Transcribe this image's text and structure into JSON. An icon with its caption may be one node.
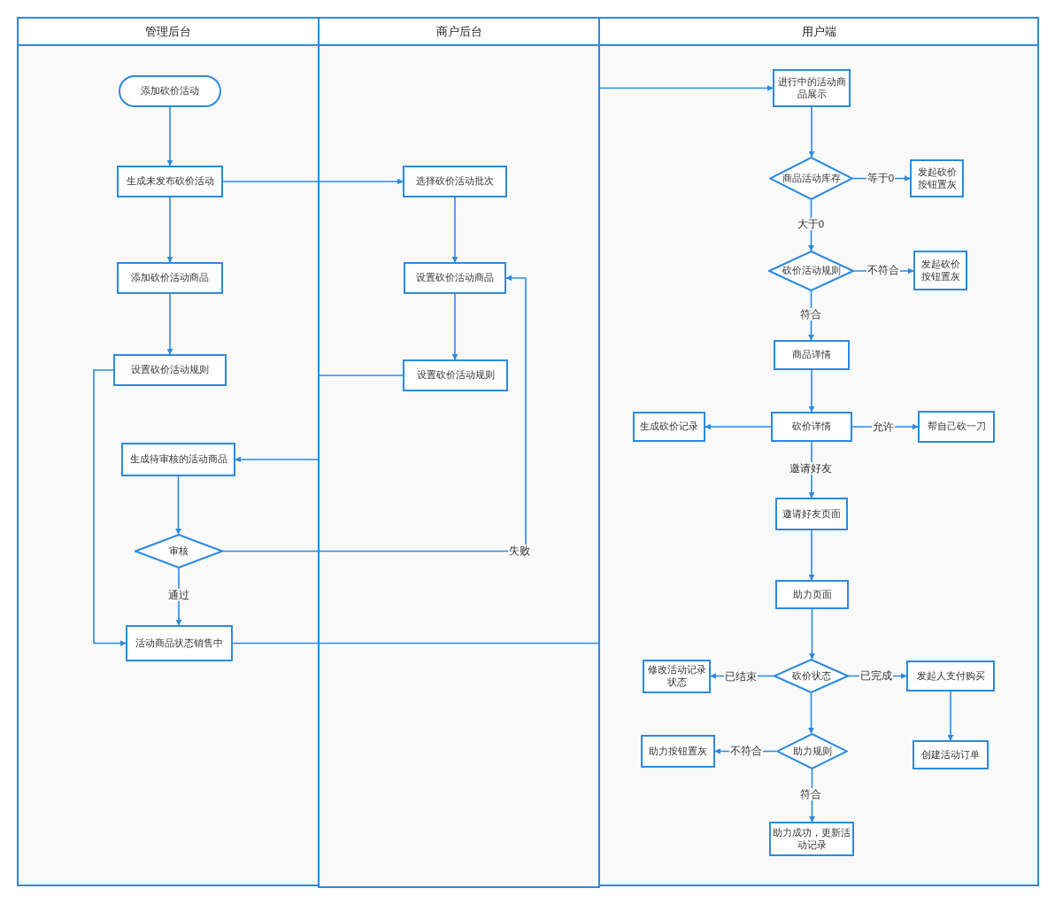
{
  "diagram": {
    "nodes": [
      {
        "text": [
          "管理后台"
        ]
      },
      {
        "text": [
          "商户后台"
        ]
      },
      {
        "text": [
          "用户端"
        ]
      },
      {
        "text": [
          "添加砍价活动"
        ],
        "in": 0
      },
      {
        "text": [
          "生成未发布砍价活动"
        ],
        "in": 0
      },
      {
        "text": [
          "添加砍价活动商品"
        ],
        "in": 0
      },
      {
        "text": [
          "设置砍价活动规则"
        ],
        "in": 0
      },
      {
        "text": [
          "生成待审核的活动商品"
        ],
        "in": 0
      },
      {
        "text": [
          "审核"
        ],
        "in": 0
      },
      {
        "text": [
          "活动商品状态销售中"
        ],
        "in": 0
      },
      {
        "text": [
          "选择砍价活动批次"
        ],
        "in": 1
      },
      {
        "text": [
          "设置砍价活动商品"
        ],
        "in": 1
      },
      {
        "text": [
          "设置砍价活动规则"
        ],
        "in": 1
      },
      {
        "text": [
          "进行中的活动商品展示"
        ],
        "in": 2
      },
      {
        "text": [
          "商品活动库存"
        ],
        "in": 2
      },
      {
        "text": [
          "发起砍价按钮置灰"
        ],
        "in": 2
      },
      {
        "text": [
          "砍价活动规则"
        ],
        "in": 2
      },
      {
        "text": [
          "发起砍价按钮置灰"
        ],
        "in": 2
      },
      {
        "text": [
          "商品详情"
        ],
        "in": 2
      },
      {
        "text": [
          "砍价详情"
        ],
        "in": 2
      },
      {
        "text": [
          "生成砍价记录"
        ],
        "in": 2
      },
      {
        "text": [
          "帮自己砍一刀"
        ],
        "in": 2
      },
      {
        "text": [
          "邀请好友页面"
        ],
        "in": 2
      },
      {
        "text": [
          "助力页面"
        ],
        "in": 2
      },
      {
        "text": [
          "砍价状态"
        ],
        "in": 2
      },
      {
        "text": [
          "修改活动记录状态"
        ],
        "in": 2
      },
      {
        "text": [
          "发起人支付购买"
        ],
        "in": 2
      },
      {
        "text": [
          "助力规则"
        ],
        "in": 2
      },
      {
        "text": [
          "助力按钮置灰"
        ],
        "in": 2
      },
      {
        "text": [
          "创建活动订单"
        ],
        "in": 2
      },
      {
        "text": [
          "助力成功，更新活动记录"
        ],
        "in": 2
      }
    ],
    "edges": [
      {
        "from": 3,
        "to": 4,
        "arrow": "to"
      },
      {
        "from": 4,
        "to": 10,
        "arrow": "to"
      },
      {
        "from": 4,
        "to": 5,
        "arrow": "to"
      },
      {
        "from": 5,
        "to": 6,
        "arrow": "to"
      },
      {
        "from": 6,
        "to": 9,
        "arrow": "to"
      },
      {
        "from": 10,
        "to": 11,
        "arrow": "to"
      },
      {
        "from": 11,
        "to": 12,
        "arrow": "to"
      },
      {
        "from": 12,
        "to": 7,
        "arrow": "to"
      },
      {
        "from": 7,
        "to": 8,
        "arrow": "to"
      },
      {
        "from": 8,
        "to": 9,
        "arrow": "to",
        "label": "通过"
      },
      {
        "from": 8,
        "to": 11,
        "arrow": "to",
        "label": "失败"
      },
      {
        "from": 9,
        "to": 13,
        "arrow": "to"
      },
      {
        "from": 13,
        "to": 14,
        "arrow": "to"
      },
      {
        "from": 14,
        "to": 15,
        "arrow": "to",
        "label": "等于0"
      },
      {
        "from": 14,
        "to": 16,
        "arrow": "to",
        "label": "大于0"
      },
      {
        "from": 16,
        "to": 17,
        "arrow": "to",
        "label": "不符合"
      },
      {
        "from": 16,
        "to": 18,
        "arrow": "to",
        "label": "符合"
      },
      {
        "from": 18,
        "to": 19,
        "arrow": "to"
      },
      {
        "from": 19,
        "to": 20,
        "arrow": "to"
      },
      {
        "from": 19,
        "to": 21,
        "arrow": "to",
        "label": "允许"
      },
      {
        "from": 19,
        "to": 22,
        "arrow": "to",
        "label": "邀请好友"
      },
      {
        "from": 22,
        "to": 23,
        "arrow": "to"
      },
      {
        "from": 23,
        "to": 24,
        "arrow": "to"
      },
      {
        "from": 24,
        "to": 25,
        "arrow": "to",
        "label": "已结束"
      },
      {
        "from": 24,
        "to": 26,
        "arrow": "to",
        "label": "已完成"
      },
      {
        "from": 24,
        "to": 27,
        "arrow": "to"
      },
      {
        "from": 27,
        "to": 28,
        "arrow": "to",
        "label": "不符合"
      },
      {
        "from": 27,
        "to": 30,
        "arrow": "to",
        "label": "符合"
      },
      {
        "from": 26,
        "to": 29,
        "arrow": "to"
      }
    ]
  }
}
